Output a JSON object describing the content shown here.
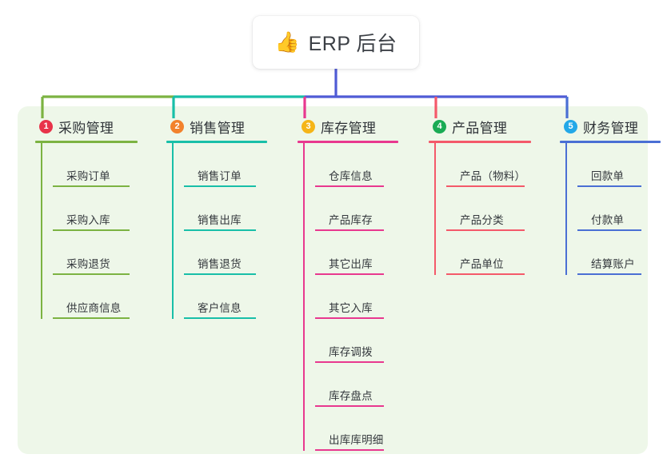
{
  "diagram": {
    "type": "mindmap",
    "root": {
      "icon": "thumbs-up-icon",
      "emoji": "👍",
      "label": "ERP 后台"
    },
    "panel_background": "#eef7e9",
    "trunk_color": "#4f5bd5",
    "branches": [
      {
        "number": "1",
        "title": "采购管理",
        "color": "#7cb342",
        "badge_color": "#e8334a",
        "children": [
          {
            "label": "采购订单"
          },
          {
            "label": "采购入库"
          },
          {
            "label": "采购退货"
          },
          {
            "label": "供应商信息"
          }
        ]
      },
      {
        "number": "2",
        "title": "销售管理",
        "color": "#18bfa8",
        "badge_color": "#f2822c",
        "children": [
          {
            "label": "销售订单"
          },
          {
            "label": "销售出库"
          },
          {
            "label": "销售退货"
          },
          {
            "label": "客户信息"
          }
        ]
      },
      {
        "number": "3",
        "title": "库存管理",
        "color": "#e8388f",
        "badge_color": "#f5b518",
        "children": [
          {
            "label": "仓库信息"
          },
          {
            "label": "产品库存"
          },
          {
            "label": "其它出库"
          },
          {
            "label": "其它入库"
          },
          {
            "label": "库存调拨"
          },
          {
            "label": "库存盘点"
          },
          {
            "label": "出库库明细"
          }
        ]
      },
      {
        "number": "4",
        "title": "产品管理",
        "color": "#f4596a",
        "badge_color": "#1aab54",
        "children": [
          {
            "label": "产品（物料）"
          },
          {
            "label": "产品分类"
          },
          {
            "label": "产品单位"
          }
        ]
      },
      {
        "number": "5",
        "title": "财务管理",
        "color": "#4a6fd4",
        "badge_color": "#23a8e8",
        "children": [
          {
            "label": "回款单"
          },
          {
            "label": "付款单"
          },
          {
            "label": "结算账户"
          }
        ]
      }
    ]
  }
}
